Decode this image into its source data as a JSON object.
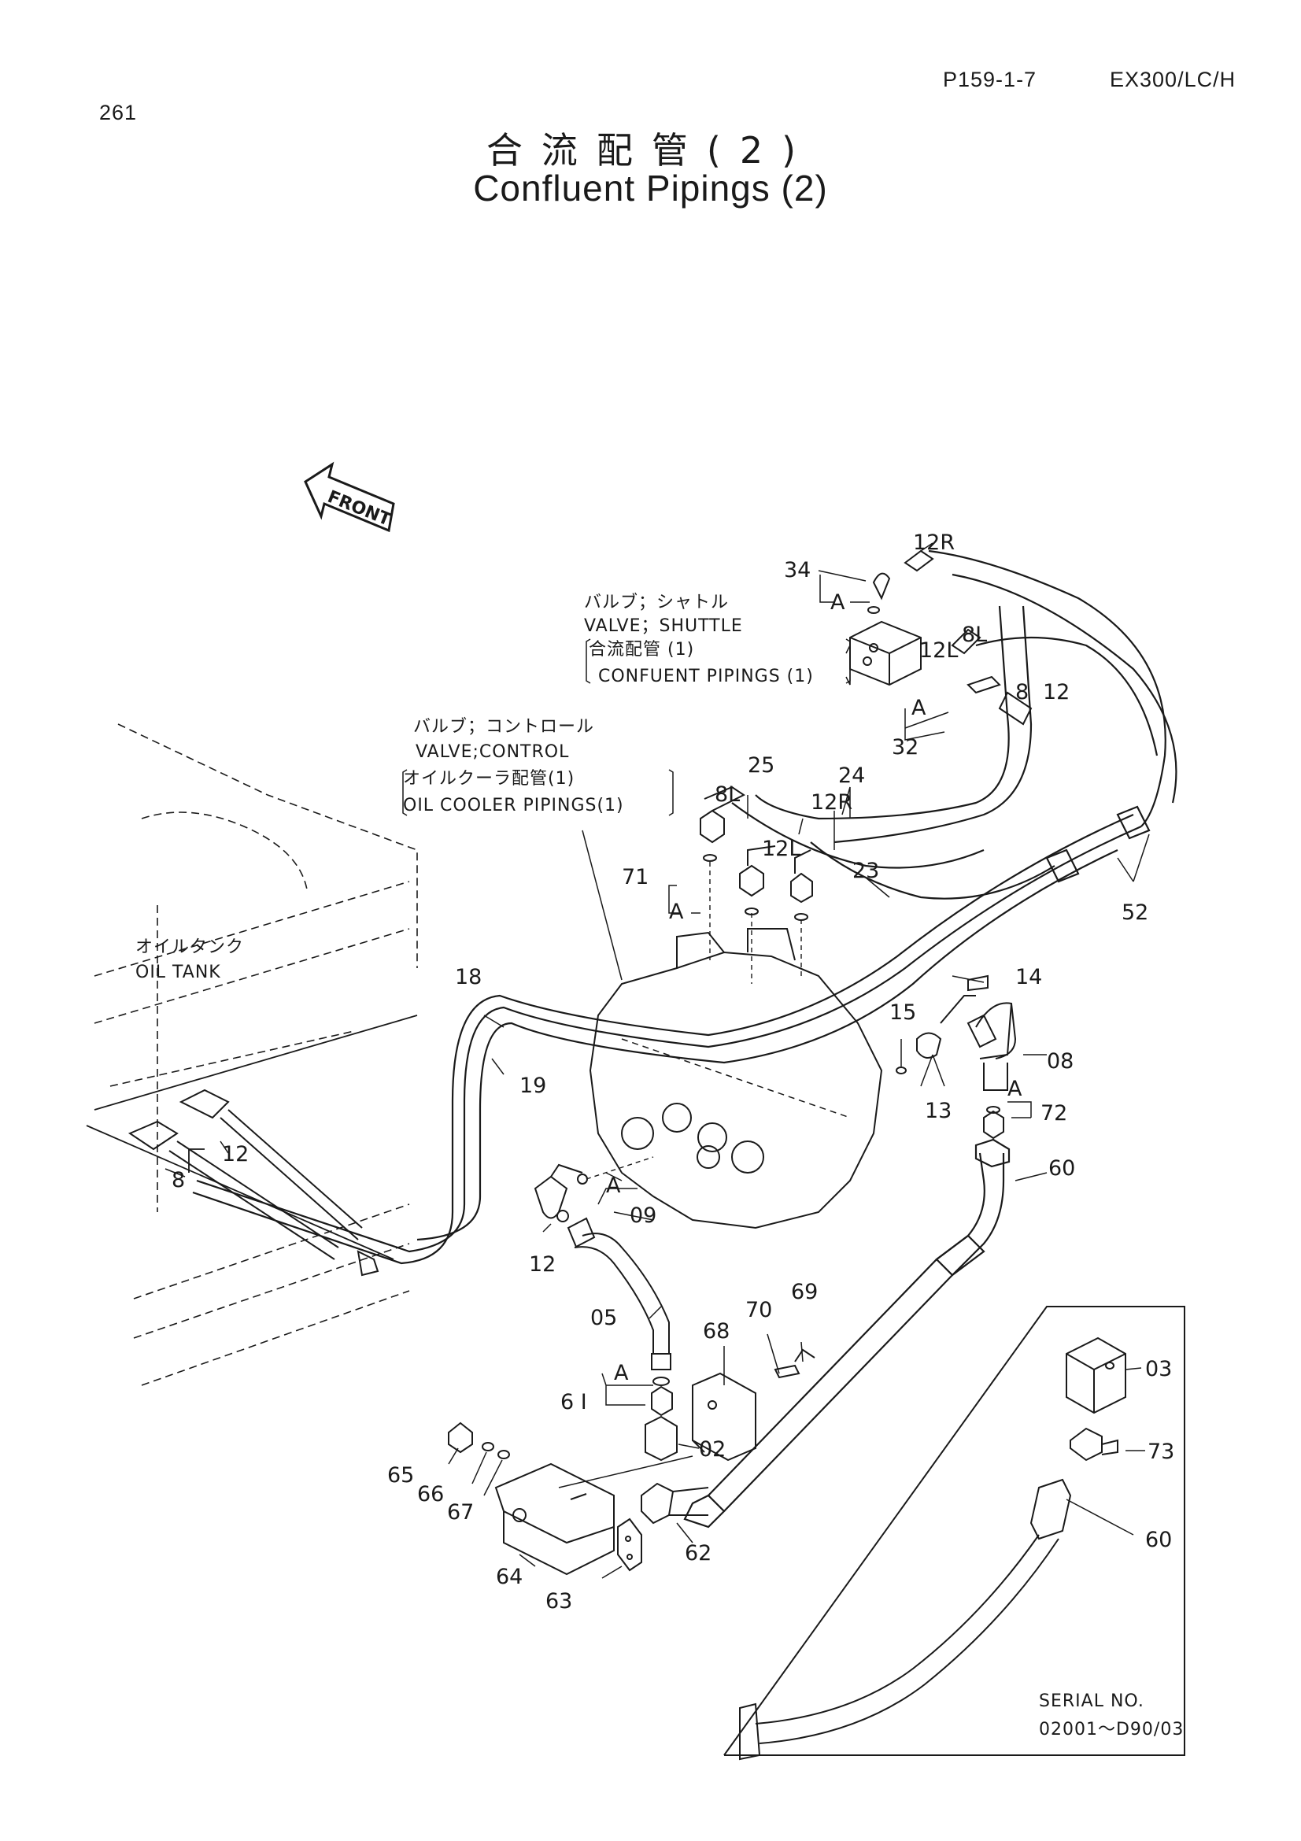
{
  "header": {
    "page_number": "261",
    "figure_code": "P159-1-7",
    "model": "EX300/LC/H",
    "title_jp": "合流配管(2)",
    "title_en": "Confluent Pipings (2)"
  },
  "front_arrow": "FRONT",
  "notes": {
    "shuttle_jp": "バルブ；シャトル",
    "shuttle_en": "VALVE；SHUTTLE",
    "shuttle_ref_jp": "合流配管 (1)",
    "shuttle_ref_en": "CONFUENT PIPINGS (1)",
    "control_jp": "バルブ；コントロール",
    "control_en": "VALVE;CONTROL",
    "control_ref_jp": "オイルクーラ配管(1)",
    "control_ref_en": "OIL COOLER PIPINGS(1)",
    "tank_jp": "オイルタンク",
    "tank_en": "OIL TANK",
    "serial_label": "SERIAL NO.",
    "serial_range": "02001～D90/03"
  },
  "callouts": {
    "c34": "34",
    "c12R_top": "12R",
    "cA_34": "A",
    "c8L_top": "8L",
    "c12L_top": "12L",
    "c8_top": "8",
    "c12_top": "12",
    "cA_32": "A",
    "c32": "32",
    "c25": "25",
    "c24": "24",
    "c8L": "8L",
    "c12R": "12R",
    "c12L": "12L",
    "c23": "23",
    "c71": "71",
    "cA_71": "A",
    "c52": "52",
    "c18": "18",
    "c19": "19",
    "c14": "14",
    "c15": "15",
    "c08": "08",
    "c13": "13",
    "cA_72": "A",
    "c72": "72",
    "c12_left": "12",
    "c8_left": "8",
    "cA_09": "A",
    "c09": "09",
    "c12_low": "12",
    "c60": "60",
    "c05": "05",
    "c69": "69",
    "c70": "70",
    "c68": "68",
    "cA_61": "A",
    "c61": "6 I",
    "c02": "02",
    "c65": "65",
    "c66": "66",
    "c67": "67",
    "c62": "62",
    "c64": "64",
    "c63": "63",
    "c03": "03",
    "c73": "73",
    "c60_inset": "60"
  }
}
